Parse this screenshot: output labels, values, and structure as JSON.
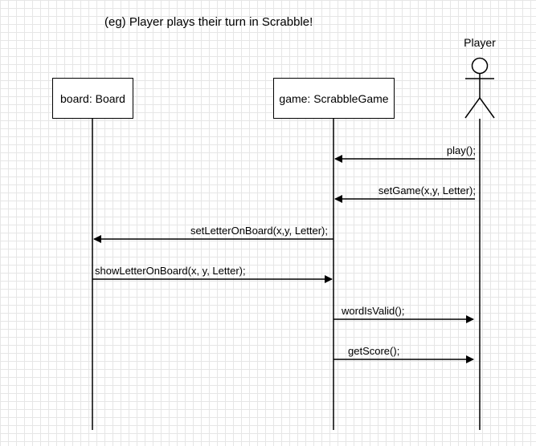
{
  "caption": "(eg) Player plays their turn in Scrabble!",
  "participants": {
    "board": "board: Board",
    "game": "game: ScrabbleGame",
    "player": "Player"
  },
  "messages": [
    {
      "from": "player",
      "to": "game",
      "label": "play();"
    },
    {
      "from": "player",
      "to": "game",
      "label": "setGame(x,y, Letter);"
    },
    {
      "from": "game",
      "to": "board",
      "label": "setLetterOnBoard(x,y, Letter);"
    },
    {
      "from": "board",
      "to": "game",
      "label": "showLetterOnBoard(x, y, Letter);"
    },
    {
      "from": "game",
      "to": "player",
      "label": "wordIsValid();"
    },
    {
      "from": "game",
      "to": "player",
      "label": "getScore();"
    }
  ]
}
